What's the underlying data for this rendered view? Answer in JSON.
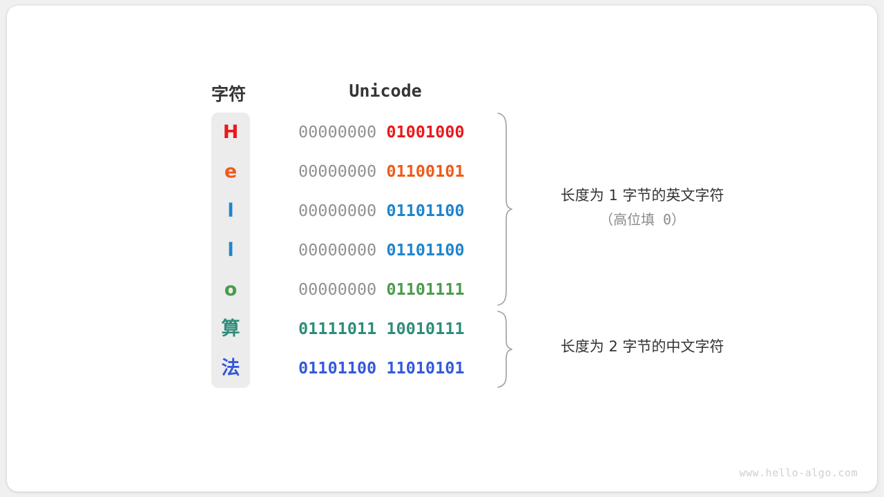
{
  "card": {
    "background": "#ffffff",
    "page_background": "#f0f0f0"
  },
  "headers": {
    "char": "字符",
    "unicode": "Unicode",
    "color": "#353535"
  },
  "char_panel": {
    "background": "#ececec"
  },
  "palette": {
    "high_byte_gray": "#919191",
    "annotation_text": "#333333",
    "annotation_sub_text": "#8a8a8a",
    "brace_stroke": "#9e9e9e",
    "watermark": "#cfcfcf"
  },
  "rows": [
    {
      "char": "H",
      "color": "#e8191c",
      "high_byte": "00000000",
      "low_byte": "01001000",
      "high_bold": false,
      "group": "ascii"
    },
    {
      "char": "e",
      "color": "#ef5a1b",
      "high_byte": "00000000",
      "low_byte": "01100101",
      "high_bold": false,
      "group": "ascii"
    },
    {
      "char": "l",
      "color": "#1f85cc",
      "high_byte": "00000000",
      "low_byte": "01101100",
      "high_bold": false,
      "group": "ascii"
    },
    {
      "char": "l",
      "color": "#1f85cc",
      "high_byte": "00000000",
      "low_byte": "01101100",
      "high_bold": false,
      "group": "ascii"
    },
    {
      "char": "o",
      "color": "#4b9b4b",
      "high_byte": "00000000",
      "low_byte": "01101111",
      "high_bold": false,
      "group": "ascii"
    },
    {
      "char": "算",
      "color": "#2f8c7a",
      "high_byte": "01111011",
      "low_byte": "10010111",
      "high_bold": true,
      "group": "cjk"
    },
    {
      "char": "法",
      "color": "#3559d9",
      "high_byte": "01101100",
      "low_byte": "11010101",
      "high_bold": true,
      "group": "cjk"
    }
  ],
  "annotations": {
    "ascii": {
      "main": "长度为 1 字节的英文字符",
      "sub": "（高位填 0）"
    },
    "cjk": {
      "main": "长度为 2 字节的中文字符",
      "sub": ""
    }
  },
  "watermark": {
    "text": "www.hello-algo.com"
  }
}
